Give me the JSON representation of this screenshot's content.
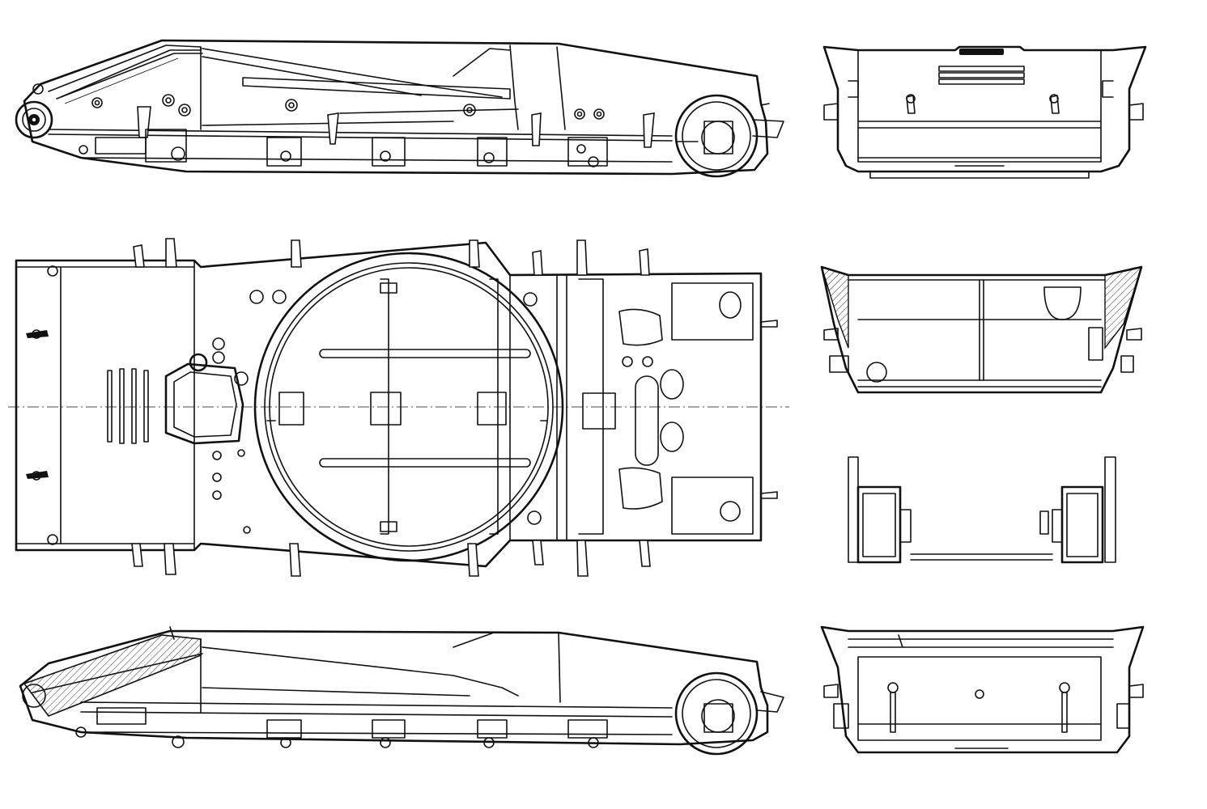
{
  "drawing": {
    "kind": "tank hull orthographic blueprint",
    "line_color": "#111111",
    "background": "#ffffff",
    "views": [
      {
        "name": "side-view-left",
        "label": ""
      },
      {
        "name": "top-view",
        "label": ""
      },
      {
        "name": "side-view-section",
        "label": ""
      },
      {
        "name": "front-view",
        "label": ""
      },
      {
        "name": "section-view-upper",
        "label": ""
      },
      {
        "name": "section-view-lower",
        "label": ""
      },
      {
        "name": "rear-view",
        "label": ""
      }
    ]
  }
}
